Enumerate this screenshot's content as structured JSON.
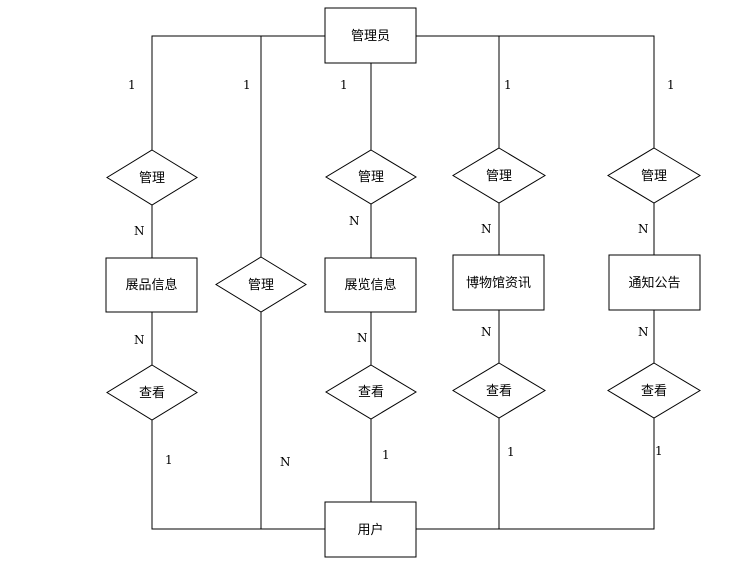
{
  "entities": {
    "admin": "管理员",
    "user": "用户",
    "exhibit": "展品信息",
    "exhibition": "展览信息",
    "news": "博物馆资讯",
    "notice": "通知公告"
  },
  "relations": {
    "manage_exhibit": "管理",
    "manage_user": "管理",
    "manage_exhibition": "管理",
    "manage_news": "管理",
    "manage_notice": "管理",
    "view_exhibit": "查看",
    "view_exhibition": "查看",
    "view_news": "查看",
    "view_notice": "查看"
  },
  "cardinalities": {
    "admin_exhibit": "1",
    "admin_user": "1",
    "admin_exhibition": "1",
    "admin_news": "1",
    "admin_notice": "1",
    "exhibit_manage": "N",
    "exhibition_manage": "N",
    "news_manage": "N",
    "notice_manage": "N",
    "exhibit_view": "N",
    "exhibition_view": "N",
    "news_view": "N",
    "notice_view": "N",
    "user_exhibit": "1",
    "user_admin": "N",
    "user_exhibition": "1",
    "user_news": "1",
    "user_notice": "1"
  }
}
